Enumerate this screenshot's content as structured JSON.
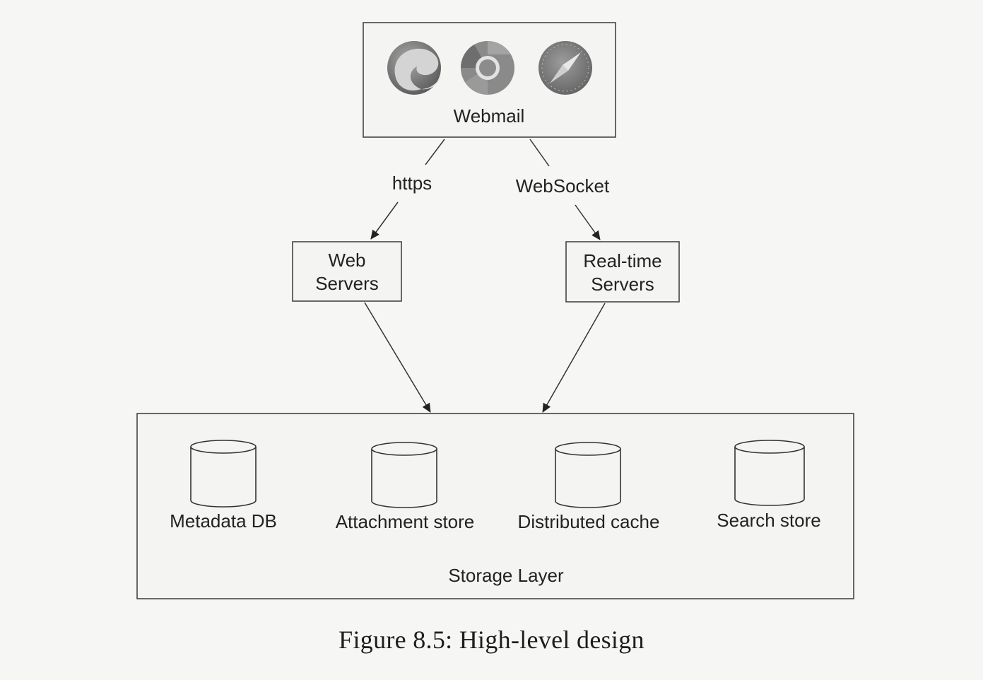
{
  "client": {
    "label": "Webmail",
    "browsers": [
      {
        "icon": "edge-browser-icon"
      },
      {
        "icon": "chrome-browser-icon"
      },
      {
        "icon": "safari-browser-icon"
      }
    ]
  },
  "connections": {
    "left_label": "https",
    "right_label": "WebSocket"
  },
  "servers": {
    "web": {
      "line1": "Web",
      "line2": "Servers"
    },
    "realtime": {
      "line1": "Real-time",
      "line2": "Servers"
    }
  },
  "storage": {
    "title": "Storage Layer",
    "stores": [
      {
        "label": "Metadata DB"
      },
      {
        "label": "Attachment store"
      },
      {
        "label": "Distributed cache"
      },
      {
        "label": "Search store"
      }
    ]
  },
  "caption": "Figure 8.5: High-level design",
  "colors": {
    "stroke": "#444444",
    "icon_dark": "#6a6a6a",
    "icon_mid": "#9a9a9a",
    "icon_light": "#c8c8c8"
  }
}
